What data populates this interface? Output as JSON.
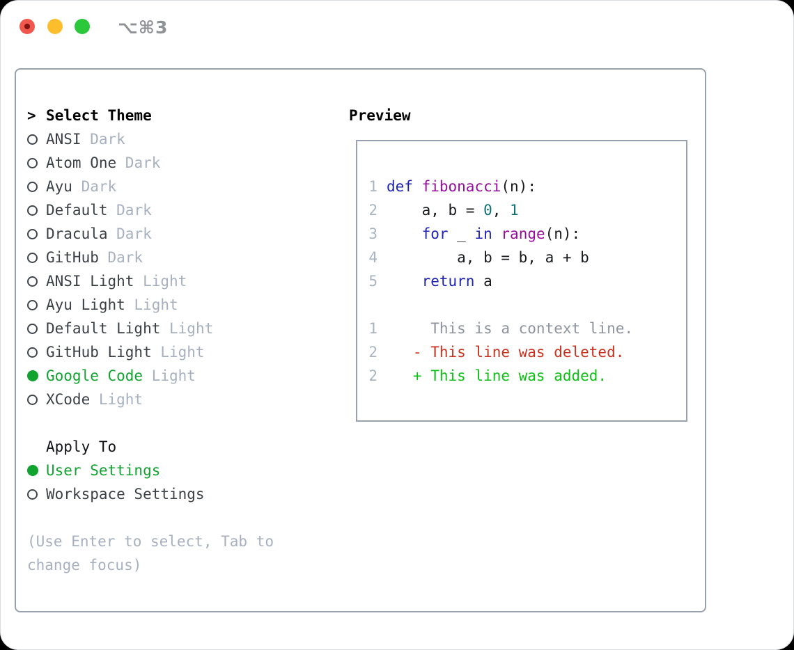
{
  "window": {
    "title": "⌥⌘3",
    "traffic_lights": [
      {
        "name": "close",
        "color": "#f2574e"
      },
      {
        "name": "minimize",
        "color": "#fcbe2d"
      },
      {
        "name": "zoom",
        "color": "#2ac83a"
      }
    ]
  },
  "theme_selector": {
    "heading_prefix": ">",
    "heading": "Select Theme",
    "items": [
      {
        "name": "ANSI",
        "variant": "Dark",
        "selected": false
      },
      {
        "name": "Atom One",
        "variant": "Dark",
        "selected": false
      },
      {
        "name": "Ayu",
        "variant": "Dark",
        "selected": false
      },
      {
        "name": "Default",
        "variant": "Dark",
        "selected": false
      },
      {
        "name": "Dracula",
        "variant": "Dark",
        "selected": false
      },
      {
        "name": "GitHub",
        "variant": "Dark",
        "selected": false
      },
      {
        "name": "ANSI Light",
        "variant": "Light",
        "selected": false
      },
      {
        "name": "Ayu Light",
        "variant": "Light",
        "selected": false
      },
      {
        "name": "Default Light",
        "variant": "Light",
        "selected": false
      },
      {
        "name": "GitHub Light",
        "variant": "Light",
        "selected": false
      },
      {
        "name": "Google Code",
        "variant": "Light",
        "selected": true
      },
      {
        "name": "XCode",
        "variant": "Light",
        "selected": false
      }
    ]
  },
  "apply_to": {
    "heading": "Apply To",
    "options": [
      {
        "label": "User Settings",
        "selected": true
      },
      {
        "label": "Workspace Settings",
        "selected": false
      }
    ]
  },
  "footer": {
    "hint": "(Use Enter to select, Tab to change focus)"
  },
  "preview": {
    "heading": "Preview",
    "lines": [
      {
        "num": "1",
        "tokens": [
          {
            "t": "def",
            "c": "kw"
          },
          {
            "t": " ",
            "c": "plain"
          },
          {
            "t": "fibonacci",
            "c": "fn"
          },
          {
            "t": "(n):",
            "c": "plain"
          }
        ]
      },
      {
        "num": "2",
        "tokens": [
          {
            "t": "    a, b = ",
            "c": "plain"
          },
          {
            "t": "0",
            "c": "num"
          },
          {
            "t": ", ",
            "c": "plain"
          },
          {
            "t": "1",
            "c": "num"
          }
        ]
      },
      {
        "num": "3",
        "tokens": [
          {
            "t": "    ",
            "c": "plain"
          },
          {
            "t": "for",
            "c": "kw"
          },
          {
            "t": " _ ",
            "c": "plain"
          },
          {
            "t": "in",
            "c": "kw"
          },
          {
            "t": " ",
            "c": "plain"
          },
          {
            "t": "range",
            "c": "fn"
          },
          {
            "t": "(n):",
            "c": "plain"
          }
        ]
      },
      {
        "num": "4",
        "tokens": [
          {
            "t": "        a, b = b, a + b",
            "c": "plain"
          }
        ]
      },
      {
        "num": "5",
        "tokens": [
          {
            "t": "    ",
            "c": "plain"
          },
          {
            "t": "return",
            "c": "kw"
          },
          {
            "t": " a",
            "c": "plain"
          }
        ]
      },
      {
        "num": "",
        "tokens": []
      },
      {
        "num": "1",
        "tokens": [
          {
            "t": "     This is a context line.",
            "c": "ctx"
          }
        ]
      },
      {
        "num": "2",
        "tokens": [
          {
            "t": "   - This line was deleted.",
            "c": "del"
          }
        ]
      },
      {
        "num": "2",
        "tokens": [
          {
            "t": "   + This line was added.",
            "c": "add"
          }
        ]
      }
    ]
  },
  "colors": {
    "selection_green": "#10a32f",
    "keyword_blue": "#1e22b5",
    "function_purple": "#970c9c",
    "number_teal": "#0e7079",
    "context_gray": "#8d939d",
    "deleted_red": "#c8321f",
    "added_green": "#0cc014",
    "line_number_gray": "#a9b4c2",
    "muted_gray": "#a7b0bf",
    "panel_border": "#98a1ad"
  }
}
